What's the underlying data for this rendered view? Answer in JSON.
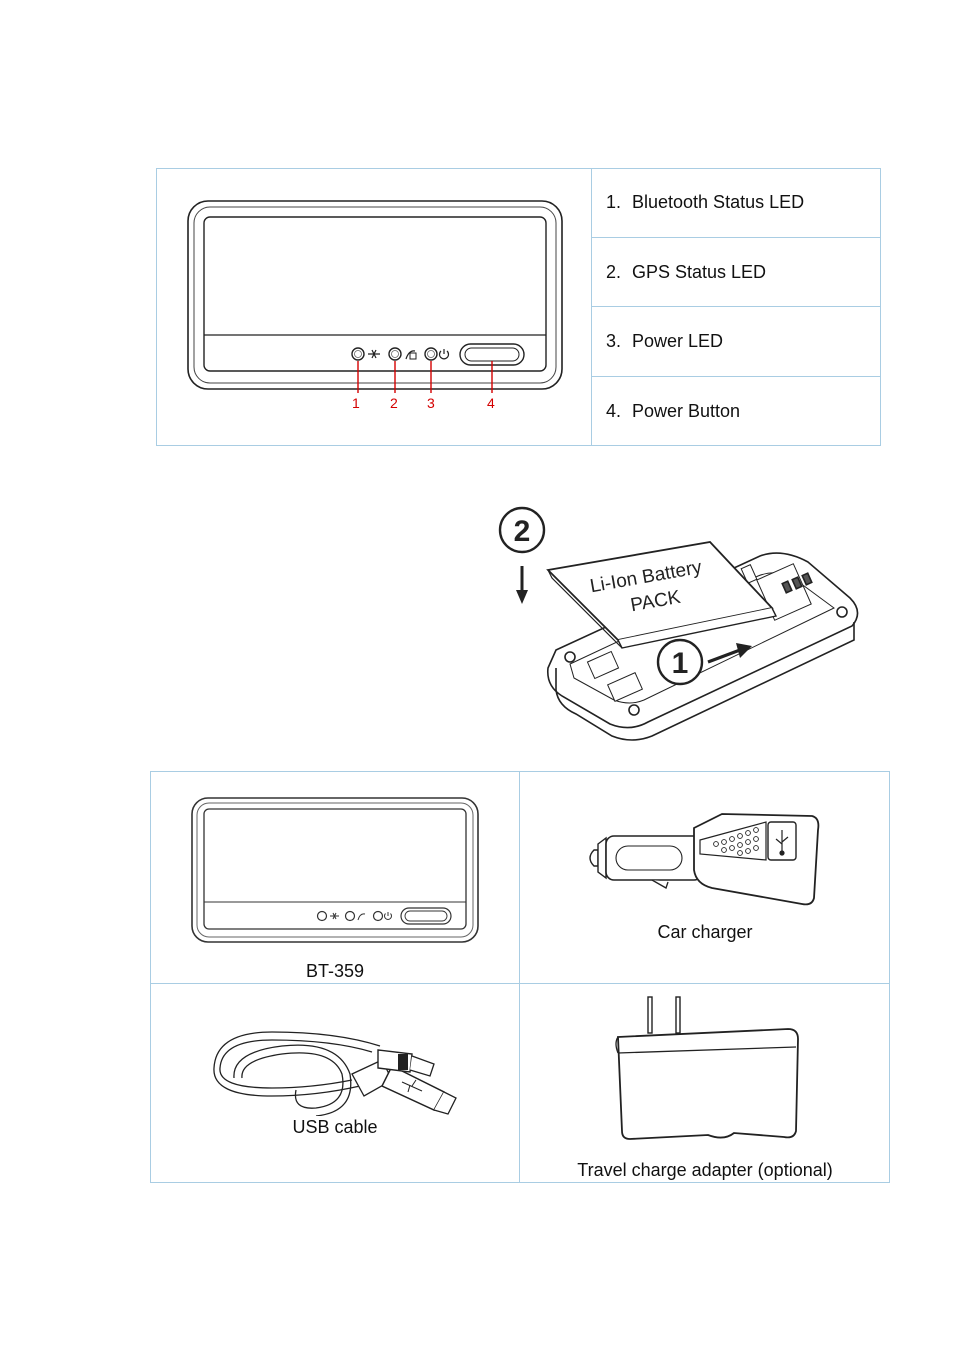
{
  "device_diagram": {
    "callouts": [
      "1",
      "2",
      "3",
      "4"
    ],
    "legend": [
      {
        "num": "1.",
        "label": "Bluetooth Status LED"
      },
      {
        "num": "2.",
        "label": "GPS Status LED"
      },
      {
        "num": "3.",
        "label": "Power LED"
      },
      {
        "num": "4.",
        "label": "Power Button"
      }
    ]
  },
  "battery_illustration": {
    "step_1": "1",
    "step_2": "2",
    "battery_line1": "Li-Ion Battery",
    "battery_line2": "PACK"
  },
  "package_contents": {
    "items": [
      {
        "label": "BT-359"
      },
      {
        "label": "Car charger"
      },
      {
        "label": "USB cable"
      },
      {
        "label": "Travel charge adapter (optional)"
      }
    ]
  },
  "colors": {
    "table_border": "#a9cde3",
    "callout_red": "#d40000"
  }
}
